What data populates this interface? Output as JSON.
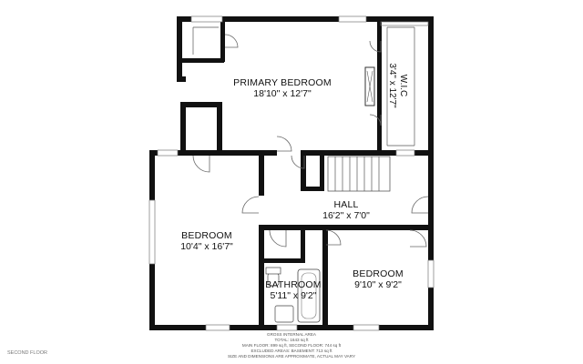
{
  "floor_label": "SECOND FLOOR",
  "rooms": {
    "primary_bedroom": {
      "name": "PRIMARY BEDROOM",
      "dims": "18'10\" x 12'7\""
    },
    "wic": {
      "name": "W.I.C",
      "dims": "3'4\" x 12'7\""
    },
    "hall": {
      "name": "HALL",
      "dims": "16'2\" x 7'0\""
    },
    "bedroom_left": {
      "name": "BEDROOM",
      "dims": "10'4\" x 16'7\""
    },
    "bathroom": {
      "name": "BATHROOM",
      "dims": "5'11\" x 9'2\""
    },
    "bedroom_right": {
      "name": "BEDROOM",
      "dims": "9'10\" x 9'2\""
    }
  },
  "area_summary": {
    "title": "GROSS INTERNAL AREA",
    "total": "TOTAL: 1643 sq ft",
    "main": "MAIN FLOOR: 899 sq ft, SECOND FLOOR: 744 sq ft",
    "excluded": "EXCLUDED AREAS: BASEMENT: 713 sq ft",
    "note": "SIZE AND DIMENSIONS ARE APPROXIMATE, ACTUAL MAY VARY"
  }
}
